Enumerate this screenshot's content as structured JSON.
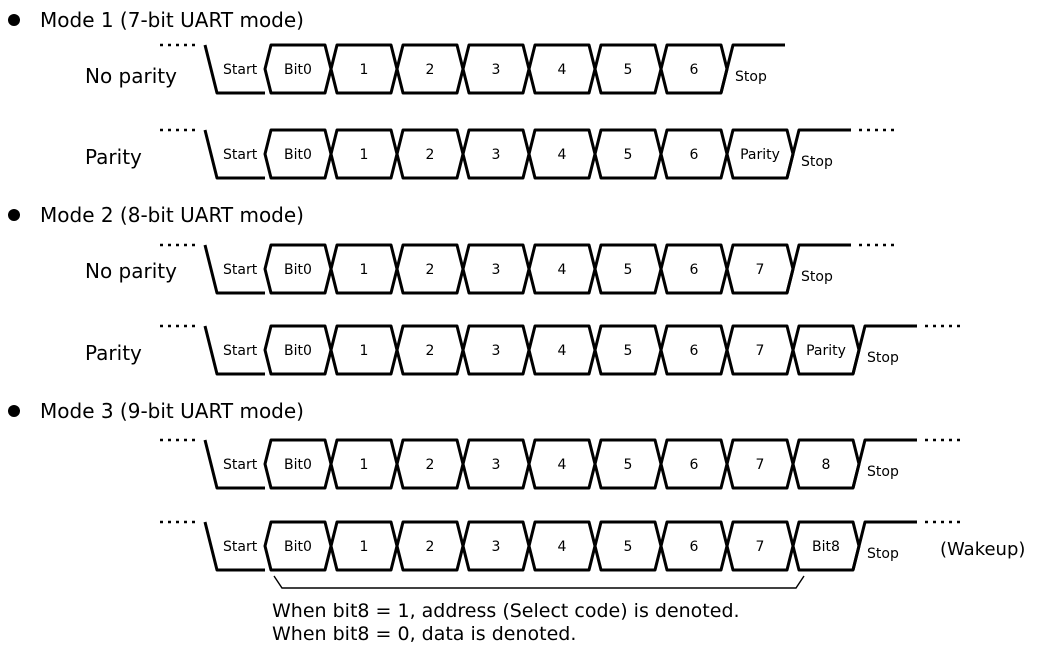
{
  "modes": [
    {
      "title": "Mode 1 (7-bit UART mode)",
      "rows": [
        {
          "label": "No parity",
          "start": "Start",
          "bits": [
            "Bit0",
            "1",
            "2",
            "3",
            "4",
            "5",
            "6"
          ],
          "stop": "Stop"
        },
        {
          "label": "Parity",
          "start": "Start",
          "bits": [
            "Bit0",
            "1",
            "2",
            "3",
            "4",
            "5",
            "6",
            "Parity"
          ],
          "stop": "Stop"
        }
      ]
    },
    {
      "title": "Mode 2 (8-bit UART mode)",
      "rows": [
        {
          "label": "No parity",
          "start": "Start",
          "bits": [
            "Bit0",
            "1",
            "2",
            "3",
            "4",
            "5",
            "6",
            "7"
          ],
          "stop": "Stop"
        },
        {
          "label": "Parity",
          "start": "Start",
          "bits": [
            "Bit0",
            "1",
            "2",
            "3",
            "4",
            "5",
            "6",
            "7",
            "Parity"
          ],
          "stop": "Stop"
        }
      ]
    },
    {
      "title": "Mode 3 (9-bit UART mode)",
      "rows": [
        {
          "label": "",
          "start": "Start",
          "bits": [
            "Bit0",
            "1",
            "2",
            "3",
            "4",
            "5",
            "6",
            "7",
            "8"
          ],
          "stop": "Stop"
        },
        {
          "label": "",
          "start": "Start",
          "bits": [
            "Bit0",
            "1",
            "2",
            "3",
            "4",
            "5",
            "6",
            "7",
            "Bit8"
          ],
          "stop": "Stop",
          "suffix": "(Wakeup)"
        }
      ]
    }
  ],
  "notes": [
    "When bit8  =  1, address (Select code) is denoted.",
    "When bit8  =  0, data is denoted."
  ]
}
